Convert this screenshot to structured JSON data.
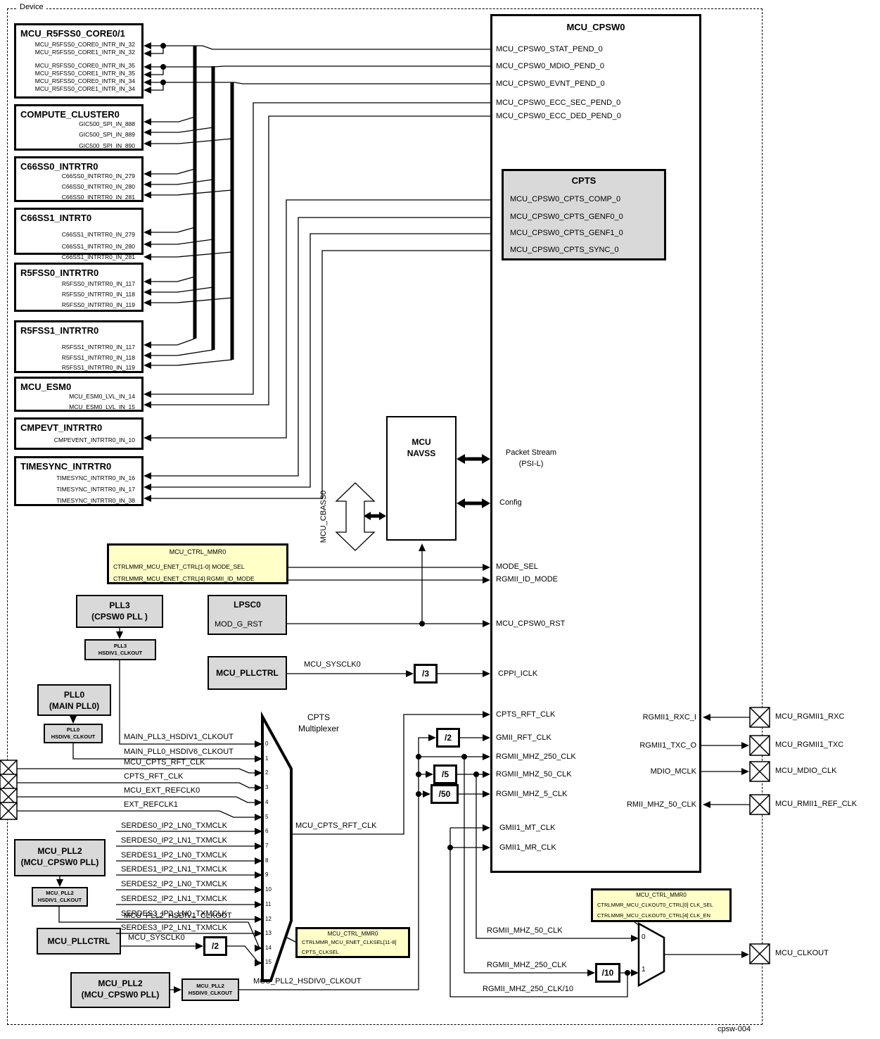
{
  "device_label": "Device",
  "figure_id": "cpsw-004",
  "colors": {
    "block_fill": "#d9d9d9",
    "mmr_fill": "#ffffc8",
    "line": "#000000"
  },
  "left_boxes": [
    {
      "title": "MCU_R5FSS0_CORE0/1",
      "signals": [
        "MCU_R5FSS0_CORE0_INTR_IN_32",
        "MCU_R5FSS0_CORE1_INTR_IN_32",
        "MCU_R5FSS0_CORE0_INTR_IN_35",
        "MCU_R5FSS0_CORE1_INTR_IN_35",
        "MCU_R5FSS0_CORE0_INTR_IN_34",
        "MCU_R5FSS0_CORE1_INTR_IN_34"
      ]
    },
    {
      "title": "COMPUTE_CLUSTER0",
      "signals": [
        "GIC500_SPI_IN_888",
        "GIC500_SPI_IN_889",
        "GIC500_SPI_IN_890"
      ]
    },
    {
      "title": "C66SS0_INTRTR0",
      "signals": [
        "C66SS0_INTRTR0_IN_279",
        "C66SS0_INTRTR0_IN_280",
        "C66SS0_INTRTR0_IN_281"
      ]
    },
    {
      "title": "C66SS1_INTRT0",
      "signals": [
        "C66SS1_INTRTR0_IN_279",
        "C66SS1_INTRTR0_IN_280",
        "C66SS1_INTRTR0_IN_281"
      ]
    },
    {
      "title": "R5FSS0_INTRTR0",
      "signals": [
        "R5FSS0_INTRTR0_IN_117",
        "R5FSS0_INTRTR0_IN_118",
        "R5FSS0_INTRTR0_IN_119"
      ]
    },
    {
      "title": "R5FSS1_INTRTR0",
      "signals": [
        "R5FSS1_INTRTR0_IN_117",
        "R5FSS1_INTRTR0_IN_118",
        "R5FSS1_INTRTR0_IN_119"
      ]
    },
    {
      "title": "MCU_ESM0",
      "signals": [
        "MCU_ESM0_LVL_IN_14",
        "MCU_ESM0_LVL_IN_15"
      ]
    },
    {
      "title": "CMPEVT_INTRTR0",
      "signals": [
        "CMPEVENT_INTRTR0_IN_10"
      ]
    },
    {
      "title": "TIMESYNC_INTRTR0",
      "signals": [
        "TIMESYNC_INTRTR0_IN_16",
        "TIMESYNC_INTRTR0_IN_17",
        "TIMESYNC_INTRTR0_IN_38"
      ]
    }
  ],
  "cpsw": {
    "title": "MCU_CPSW0",
    "left_ports": [
      "MCU_CPSW0_STAT_PEND_0",
      "MCU_CPSW0_MDIO_PEND_0",
      "MCU_CPSW0_EVNT_PEND_0",
      "MCU_CPSW0_ECC_SEC_PEND_0",
      "MCU_CPSW0_ECC_DED_PEND_0",
      "MODE_SEL",
      "RGMII_ID_MODE",
      "MCU_CPSW0_RST",
      "CPPI_ICLK",
      "CPTS_RFT_CLK",
      "GMII_RFT_CLK",
      "RGMII_MHZ_250_CLK",
      "RGMII_MHZ_50_CLK",
      "RGMII_MHZ_5_CLK",
      "GMII1_MT_CLK",
      "GMII1_MR_CLK"
    ],
    "right_ports": [
      "RGMII1_RXC_I",
      "RGMII1_TXC_O",
      "MDIO_MCLK",
      "RMII_MHZ_50_CLK"
    ]
  },
  "cpts": {
    "title": "CPTS",
    "signals": [
      "MCU_CPSW0_CPTS_COMP_0",
      "MCU_CPSW0_CPTS_GENF0_0",
      "MCU_CPSW0_CPTS_GENF1_0",
      "MCU_CPSW0_CPTS_SYNC_0"
    ]
  },
  "navss": {
    "line1": "MCU",
    "line2": "NAVSS"
  },
  "cbass_label": "MCU_CBASS0",
  "buses": {
    "packet_line1": "Packet Stream",
    "packet_line2": "(PSI-L)",
    "config": "Config"
  },
  "mmr_boxes": {
    "enet_ctrl": {
      "title": "MCU_CTRL_MMR0",
      "row1": "CTRLMMR_MCU_ENET_CTRL[1-0] MODE_SEL",
      "row2": "CTRLMMR_MCU_ENET_CTRL[4] RGMII_ID_MODE"
    },
    "enet_clksel": {
      "title": "MCU_CTRL_MMR0",
      "row1": "CTRLMMR_MCU_ENET_CLKSEL[11-8]",
      "row2": "CPTS_CLKSEL"
    },
    "clkout0": {
      "title": "MCU_CTRL_MMR0",
      "row1": "CTRLMMR_MCU_CLKOUT0_CTRL[0] CLK_SEL",
      "row2": "CTRLMMR_MCU_CLKOUT0_CTRL[4] CLK_EN"
    }
  },
  "clock_boxes": {
    "pll3": {
      "line1": "PLL3",
      "line2": "(CPSW0 PLL )"
    },
    "pll3_hsdiv1": {
      "line1": "PLL3",
      "line2": "HSDIV1_CLKOUT"
    },
    "pll0": {
      "line1": "PLL0",
      "line2": "(MAIN PLL0)"
    },
    "pll0_hsdiv6": {
      "line1": "PLL0",
      "line2": "HSDIV6_CLKOUT"
    },
    "lpsc0": {
      "title": "LPSC0",
      "signal": "MOD_G_RST"
    },
    "pllctrl_top": "MCU_PLLCTRL",
    "pllctrl_bottom": "MCU_PLLCTRL",
    "mcu_pll2_top": {
      "line1": "MCU_PLL2",
      "line2": "(MCU_CPSW0 PLL)"
    },
    "mcu_pll2_hsdiv1": {
      "line1": "MCU_PLL2",
      "line2": "HSDIV1_CLKOUT"
    },
    "mcu_pll2_bottom": {
      "line1": "MCU_PLL2",
      "line2": "(MCU_CPSW0 PLL)"
    },
    "mcu_pll2_hsdiv0": {
      "line1": "MCU_PLL2",
      "line2": "HSDIV0_CLKOUT"
    }
  },
  "dividers": {
    "div3": "/3",
    "div2_gmii": "/2",
    "div5": "/5",
    "div50": "/50",
    "div2_sysclk": "/2",
    "div10": "/10"
  },
  "mux": {
    "label_line1": "CPTS",
    "label_line2": "Multiplexer",
    "inputs": [
      "0",
      "1",
      "2",
      "3",
      "4",
      "5",
      "6",
      "7",
      "8",
      "9",
      "10",
      "11",
      "12",
      "13",
      "14",
      "15"
    ],
    "output_label": "MCU_CPTS_RFT_CLK"
  },
  "clkout_mux": {
    "in0": "0",
    "in1": "1"
  },
  "wire_labels": {
    "main_pll3": "MAIN_PLL3_HSDIV1_CLKOUT",
    "main_pll0": "MAIN_PLL0_HSDIV6_CLKOUT",
    "mcu_cpts_rft": "MCU_CPTS_RFT_CLK",
    "cpts_rft": "CPTS_RFT_CLK",
    "mcu_ext_refclk0": "MCU_EXT_REFCLK0",
    "ext_refclk1": "EXT_REFCLK1",
    "serdes": [
      "SERDES0_IP2_LN0_TXMCLK",
      "SERDES0_IP2_LN1_TXMCLK",
      "SERDES1_IP2_LN0_TXMCLK",
      "SERDES1_IP2_LN1_TXMCLK",
      "SERDES2_IP2_LN0_TXMCLK",
      "SERDES2_IP2_LN1_TXMCLK",
      "SERDES3_IP2_LN0_TXMCLK",
      "SERDES3_IP2_LN1_TXMCLK"
    ],
    "pll2_hsdiv1_out": "MCU_PLL2_HSDIV1_CLKOUT",
    "sysclk_top": "MCU_SYSCLK0",
    "sysclk_bottom": "MCU_SYSCLK0",
    "pll2_hsdiv0_out": "MCU_PLL2_HSDIV0_CLKOUT",
    "rgmii_50": "RGMII_MHZ_50_CLK",
    "rgmii_250": "RGMII_MHZ_250_CLK",
    "rgmii_250_10": "RGMII_MHZ_250_CLK/10"
  },
  "pads": {
    "rgmii_rxc": "MCU_RGMII1_RXC",
    "rgmii_txc": "MCU_RGMII1_TXC",
    "mdio": "MCU_MDIO_CLK",
    "rmii_ref": "MCU_RMII1_REF_CLK",
    "clkout": "MCU_CLKOUT"
  }
}
